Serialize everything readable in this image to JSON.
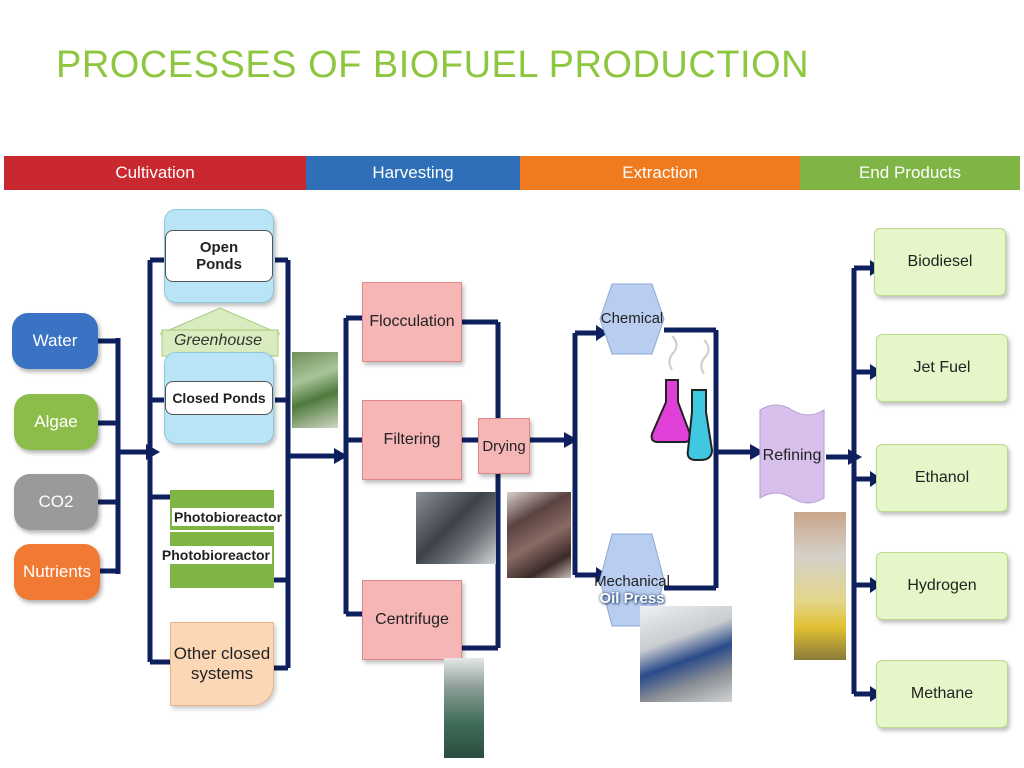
{
  "title": "PROCESSES OF BIOFUEL PRODUCTION",
  "stages": [
    {
      "label": "Cultivation",
      "color": "#c8282e"
    },
    {
      "label": "Harvesting",
      "color": "#2e6fb7"
    },
    {
      "label": "Extraction",
      "color": "#f07a1e"
    },
    {
      "label": "End Products",
      "color": "#7fb544"
    }
  ],
  "inputs": [
    {
      "label": "Water",
      "color": "#3a72c4"
    },
    {
      "label": "Algae",
      "color": "#8cbd4a"
    },
    {
      "label": "CO2",
      "color": "#9a9a9a"
    },
    {
      "label": "Nutrients",
      "color": "#f07a34"
    }
  ],
  "cultivation": {
    "open_ponds": "Open Ponds",
    "greenhouse": "Greenhouse",
    "closed_ponds": "Closed Ponds",
    "photobioreactor_1": "Photobioreactor",
    "photobioreactor_2": "Photobioreactor",
    "other_line1": "Other closed",
    "other_line2": "systems"
  },
  "harvesting": {
    "flocculation": "Flocculation",
    "filtering": "Filtering",
    "centrifuge": "Centrifuge",
    "drying": "Drying"
  },
  "extraction": {
    "chemical": "Chemical",
    "mechanical": "Mechanical",
    "oil_press": "Oil Press",
    "refining": "Refining"
  },
  "end_products": [
    "Biodiesel",
    "Jet Fuel",
    "Ethanol",
    "Hydrogen",
    "Methane"
  ],
  "colors": {
    "title": "#8dc63f",
    "connector": "#0d1f5c",
    "pond_fill": "#b9e4f5",
    "harvest_fill": "#f6b6b6",
    "extract_fill": "#b8cdef",
    "refining_fill": "#d7c1ec",
    "product_fill": "#e5f6c8",
    "photobioreactor_fill": "#7fb544",
    "other_fill": "#fcd7b6"
  }
}
